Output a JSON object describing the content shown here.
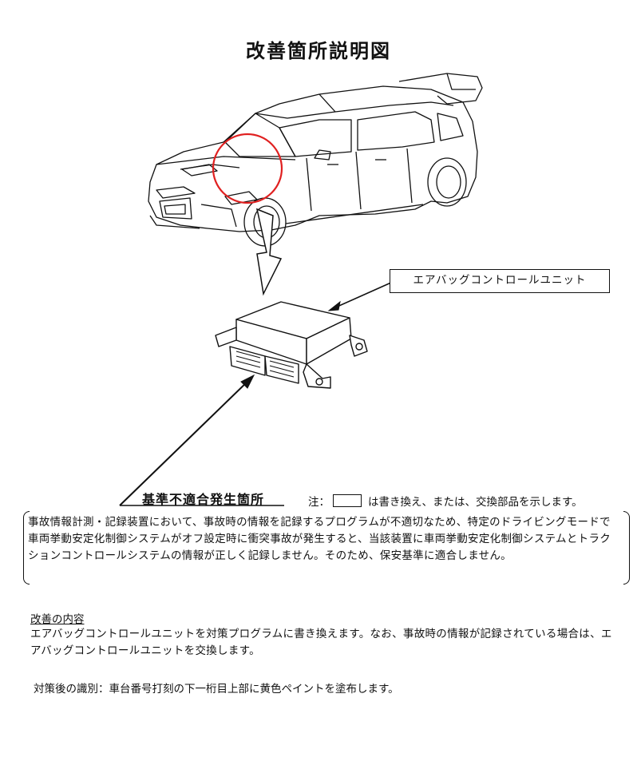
{
  "title": "改善箇所説明図",
  "callout": {
    "unit_label": "エアバッグコントロールユニット"
  },
  "defect_site": {
    "label": "基準不適合発生箇所"
  },
  "note": {
    "prefix": "注：",
    "suffix": "は書き換え、または、交換部品を示します。"
  },
  "defect_description": "事故情報計測・記録装置において、事故時の情報を記録するプログラムが不適切なため、特定のドライビングモードで車両挙動安定化制御システムがオフ設定時に衝突事故が発生すると、当該装置に車両挙動安定化制御システムとトラクションコントロールシステムの情報が正しく記録しません。そのため、保安基準に適合しません。",
  "improvement": {
    "heading": "改善の内容",
    "body": "エアバッグコントロールユニットを対策プログラムに書き換えます。なお、事故時の情報が記録されている場合は、エアバッグコントロールユニットを交換します。"
  },
  "identification": "対策後の識別：車台番号打刻の下一桁目上部に黄色ペイントを塗布します。",
  "colors": {
    "highlight_circle": "#e02020",
    "line": "#111111"
  },
  "icons": {
    "car": "car-illustration",
    "unit": "airbag-control-unit-illustration",
    "arrow": "down-arrow"
  }
}
